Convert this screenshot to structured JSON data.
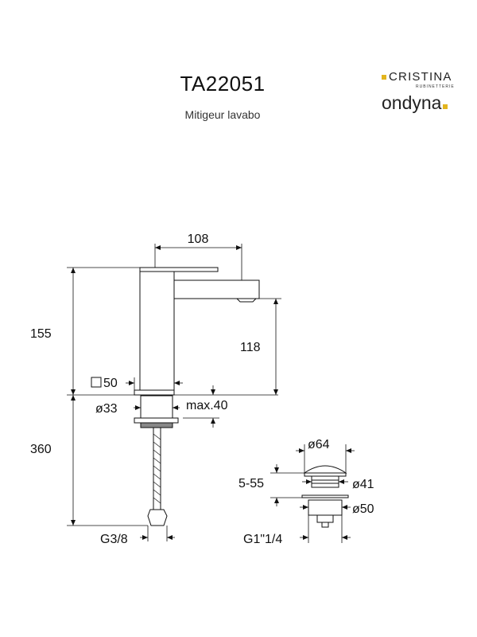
{
  "header": {
    "product_code": "TA22051",
    "product_name": "Mitigeur lavabo"
  },
  "brand": {
    "name_top": "CRISTINA",
    "name_sub": "RUBINETTERIE",
    "name_main": "ondyna",
    "accent_color": "#e3b51e"
  },
  "faucet_dims": {
    "spout_reach": "108",
    "total_height": "155",
    "spout_height": "118",
    "base_size": "50",
    "shank_diameter": "ø33",
    "max_thickness": "max.40",
    "hose_length": "360",
    "hose_thread": "G3/8"
  },
  "drain_dims": {
    "cap_diameter": "ø64",
    "adjust_range": "5-55",
    "body_diameter": "ø41",
    "flange_diameter": "ø50",
    "thread": "G1\"1/4"
  }
}
